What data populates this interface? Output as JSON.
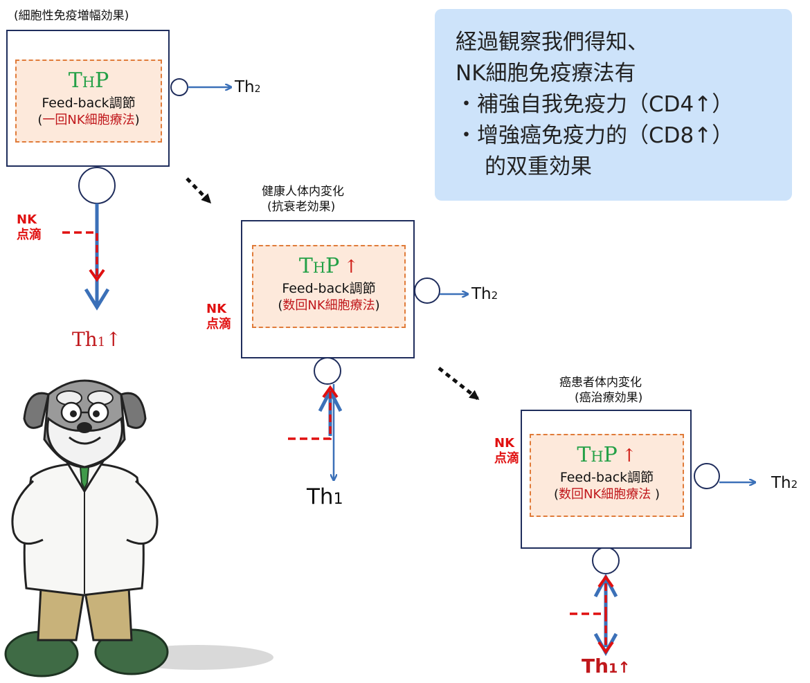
{
  "panel1": {
    "caption": "(細胞性免疫増幅効果)",
    "thp": "T",
    "thp_sub": "H",
    "thp_end": "P",
    "thp_arrow": "",
    "feedback": "Feed-back調節",
    "method_open": "(",
    "method": "一回NK細胞療法",
    "method_close": ")",
    "nk_line1": "NK",
    "nk_line2": "点滴",
    "th2_main": "Th",
    "th2_sub": "2",
    "th1_main": "Th",
    "th1_sub": "1",
    "th1_arrow": "↑"
  },
  "panel2": {
    "caption_line1": "健康人体内変化",
    "caption_line2": "(抗衰老効果)",
    "thp": "T",
    "thp_sub": "H",
    "thp_end": "P",
    "thp_arrow": "↑",
    "feedback": "Feed-back調節",
    "method_open": "(",
    "method": "数回NK細胞療法",
    "method_close": ")",
    "nk_line1": "NK",
    "nk_line2": "点滴",
    "th2_main": "Th",
    "th2_sub": "2",
    "th1_main": "Th",
    "th1_sub": "1"
  },
  "panel3": {
    "caption_line1": "癌患者体内変化",
    "caption_line2": "(癌治療効果)",
    "thp": "T",
    "thp_sub": "H",
    "thp_end": "P",
    "thp_arrow": "↑",
    "feedback": "Feed-back調節",
    "method_open": "(",
    "method": "数回NK細胞療法",
    "method_close": " )",
    "nk_line1": "NK",
    "nk_line2": "点滴",
    "th2_main": "Th",
    "th2_sub": "2",
    "th1_main": "Th",
    "th1_sub": "1",
    "th1_arrow": "↑"
  },
  "info_box": {
    "line1": "経過観察我們得知、",
    "line2": "NK細胞免疫療法有",
    "line3": "・補強自我免疫力（CD4↑）",
    "line4": "・增強癌免疫力的（CD8↑）",
    "line5": "的双重効果"
  },
  "colors": {
    "box_border": "#1f2d5c",
    "inner_fill": "#fde9db",
    "inner_dash": "#e07b39",
    "thp_green": "#23a046",
    "red": "#e01010",
    "blue_arrow": "#3b70b8",
    "info_bg": "#cde3fa"
  }
}
